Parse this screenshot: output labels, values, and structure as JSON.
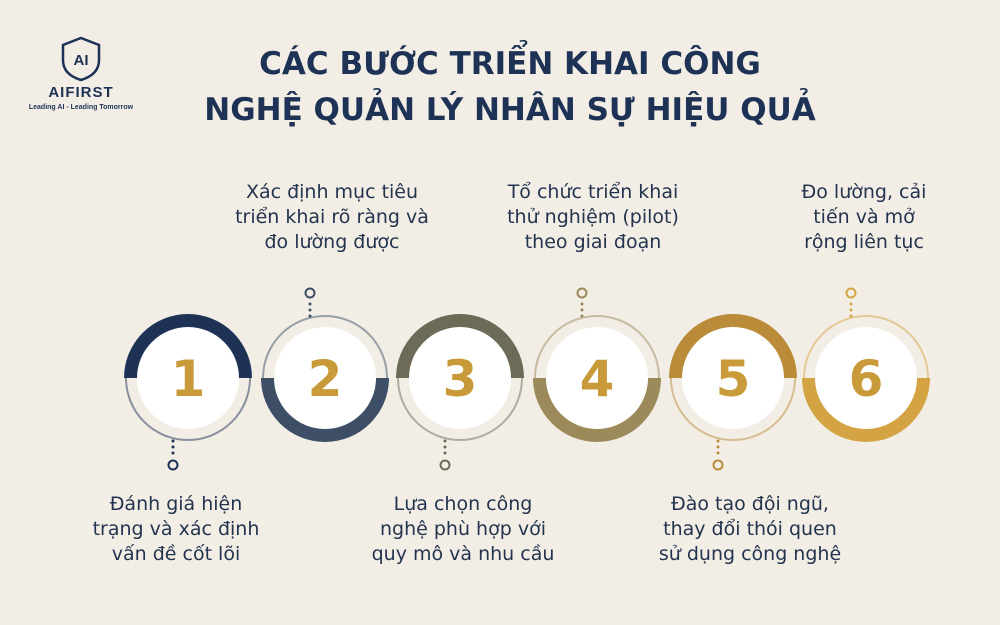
{
  "brand": {
    "name": "AIFIRST",
    "tagline": "Leading AI - Leading Tomorrow",
    "logo_text": "AI"
  },
  "title": {
    "line1": "CÁC BƯỚC TRIỂN KHAI CÔNG",
    "line2": "NGHỆ QUẢN LÝ NHÂN SỰ HIỆU QUẢ"
  },
  "colors": {
    "navy": "#1d3255",
    "slate": "#3d4e66",
    "olive": "#6e6a58",
    "khaki": "#9c8a5a",
    "gold": "#ba8c3a",
    "light_gold": "#d4a444",
    "number": "#c99a3a"
  },
  "steps": [
    {
      "number": "1",
      "lines": [
        "Đánh giá hiện",
        "trạng và xác định",
        "vấn đề cốt lõi"
      ]
    },
    {
      "number": "2",
      "lines": [
        "Xác định mục tiêu",
        "triển khai rõ ràng và",
        "đo lường được"
      ]
    },
    {
      "number": "3",
      "lines": [
        "Lựa chọn công",
        "nghệ phù hợp với",
        "quy mô và nhu cầu"
      ]
    },
    {
      "number": "4",
      "lines": [
        "Tổ chức triển khai",
        "thử nghiệm (pilot)",
        "theo giai đoạn"
      ]
    },
    {
      "number": "5",
      "lines": [
        "Đào tạo đội ngũ,",
        "thay đổi thói quen",
        "sử dụng công nghệ"
      ]
    },
    {
      "number": "6",
      "lines": [
        "Đo lường, cải",
        "tiến và mở",
        "rộng liên tục"
      ]
    }
  ]
}
